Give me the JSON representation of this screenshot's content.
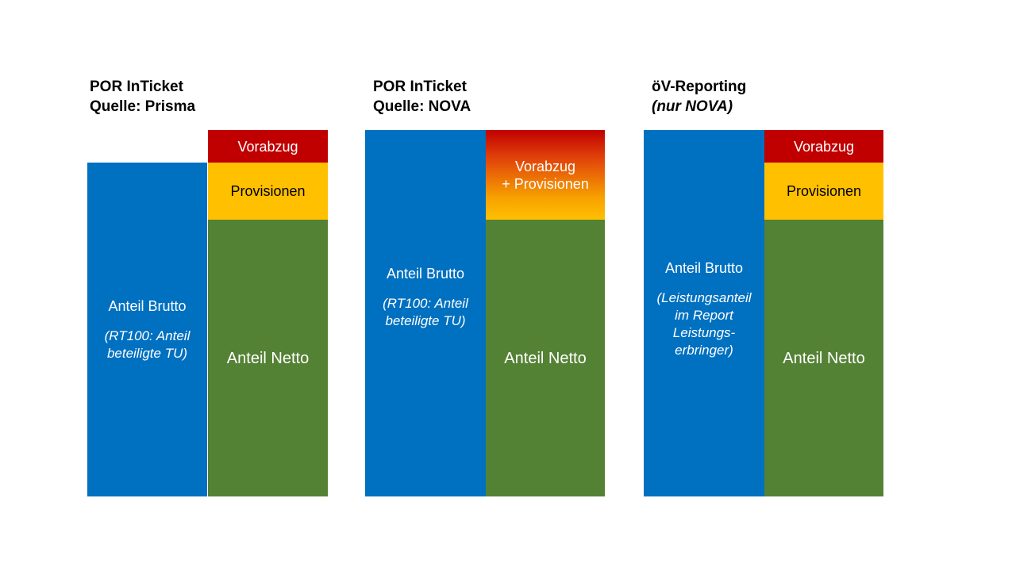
{
  "colors": {
    "brutto": "#0070c0",
    "vorabzug": "#c00000",
    "provisionen": "#ffc000",
    "netto": "#548235"
  },
  "panels": [
    {
      "title_line1": "POR InTicket",
      "title_line2": "Quelle: Prisma",
      "brutto_label": "Anteil Brutto",
      "brutto_note": "(RT100: Anteil beteiligte TU)",
      "vorabzug_label": "Vorabzug",
      "provisionen_label": "Provisionen",
      "netto_label": "Anteil Netto"
    },
    {
      "title_line1": "POR InTicket",
      "title_line2": "Quelle: NOVA",
      "brutto_label": "Anteil Brutto",
      "brutto_note": "(RT100: Anteil beteiligte TU)",
      "combined_line1": "Vorabzug",
      "combined_line2": "+ Provisionen",
      "netto_label": "Anteil Netto"
    },
    {
      "title_line1": "öV-Reporting",
      "title_line2": "(nur NOVA)",
      "brutto_label": "Anteil Brutto",
      "brutto_note": "(Leistungsanteil im Report Leistungs-erbringer)",
      "vorabzug_label": "Vorabzug",
      "provisionen_label": "Provisionen",
      "netto_label": "Anteil Netto"
    }
  ]
}
